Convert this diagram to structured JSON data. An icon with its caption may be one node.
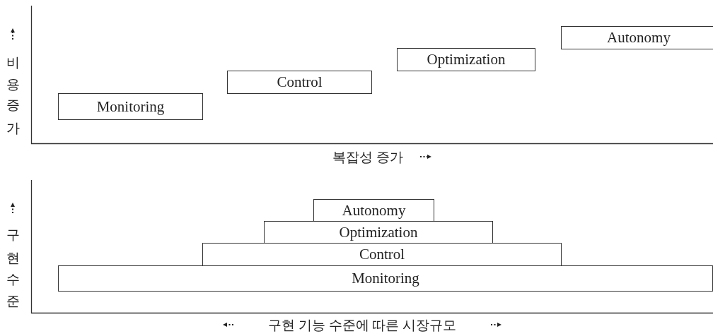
{
  "diagram": {
    "nodes": [
      {
        "text": [
          "Monitoring"
        ]
      },
      {
        "text": [
          "Control"
        ]
      },
      {
        "text": [
          "Optimization"
        ]
      },
      {
        "text": [
          "Autonomy"
        ]
      },
      {
        "text": [
          "Autonomy"
        ]
      },
      {
        "text": [
          "Optimization"
        ]
      },
      {
        "text": [
          "Control"
        ]
      },
      {
        "text": [
          "Monitoring"
        ]
      }
    ],
    "edges": [],
    "labels": [
      "비용증가",
      "복잡성 증가",
      "구현수준",
      "구현 기능 수준에 따른 시장규모"
    ]
  }
}
